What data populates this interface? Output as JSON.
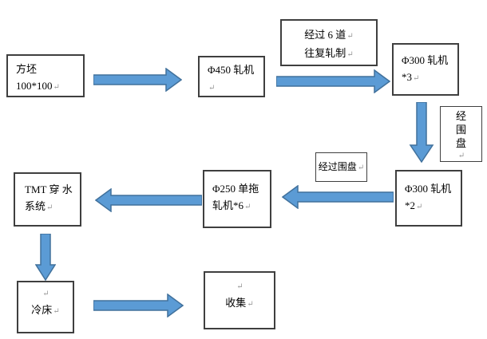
{
  "diagram_title": "rolling-mill-process-flowchart",
  "pilcrow": "↵",
  "colors": {
    "arrow_fill": "#5b9bd5",
    "arrow_stroke": "#41719c",
    "box_border": "#3f3f3f",
    "text": "#000000",
    "pilcrow": "#9a9a9a",
    "background": "#ffffff"
  },
  "nodes": {
    "billet": {
      "line1": "方坯 100*100"
    },
    "mill450": {
      "line1": "Φ450 轧机"
    },
    "note_six_pass": {
      "line1": "经过 6 道",
      "line2": "往复轧制"
    },
    "mill300_3": {
      "line1": "Φ300 轧机",
      "line2": "*3"
    },
    "note_coil_vertical": {
      "char1": "经",
      "char2": "围",
      "char3": "盘"
    },
    "mill300_2": {
      "line1": "Φ300 轧机",
      "line2": "*2"
    },
    "note_coil": {
      "line1": "经过围盘"
    },
    "mill250": {
      "line1": "Φ250 单拖",
      "line2": "轧机*6"
    },
    "tmt": {
      "line1": "TMT  穿 水",
      "line2": "系统"
    },
    "cooling_bed": {
      "line1": "冷床"
    },
    "collect": {
      "line1": "收集"
    }
  }
}
